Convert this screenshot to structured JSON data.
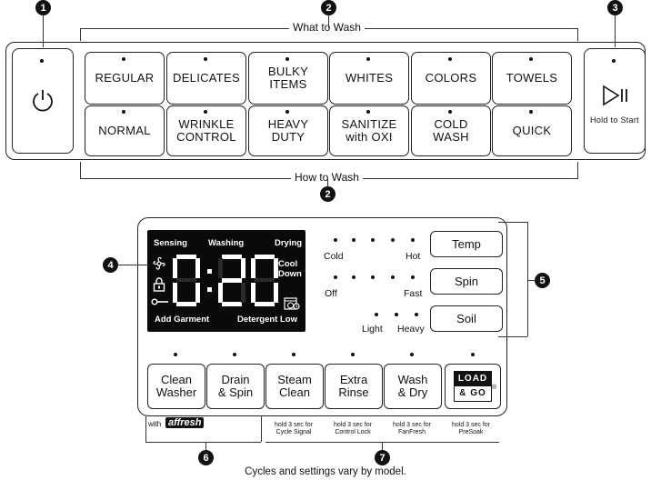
{
  "callouts": [
    "1",
    "2",
    "3",
    "4",
    "5",
    "6",
    "7"
  ],
  "top_panel": {
    "what_to_wash": "What to Wash",
    "how_to_wash": "How to Wash",
    "power_icon": "power-icon",
    "start_icon": "play-pause-icon",
    "start_label": "Hold to Start",
    "what_row": [
      "REGULAR",
      "DELICATES",
      "BULKY\nITEMS",
      "WHITES",
      "COLORS",
      "TOWELS"
    ],
    "how_row": [
      "NORMAL",
      "WRINKLE\nCONTROL",
      "HEAVY\nDUTY",
      "SANITIZE\nwith OXI",
      "COLD\nWASH",
      "QUICK"
    ]
  },
  "lcd": {
    "sensing": "Sensing",
    "washing": "Washing",
    "drying": "Drying",
    "cool_down": "Cool\nDown",
    "add_garment": "Add Garment",
    "detergent_low": "Detergent Low",
    "time": "0:20",
    "icons": [
      "fan-icon",
      "lock-icon",
      "key-icon",
      "washer-clean-icon"
    ]
  },
  "settings": {
    "temp": {
      "button": "Temp",
      "low": "Cold",
      "high": "Hot"
    },
    "spin": {
      "button": "Spin",
      "low": "Off",
      "high": "Fast"
    },
    "soil": {
      "button": "Soil",
      "low": "Light",
      "high": "Heavy"
    }
  },
  "bottom_buttons": [
    "Clean\nWasher",
    "Drain\n& Spin",
    "Steam\nClean",
    "Extra\nRinse",
    "Wash\n& Dry"
  ],
  "load_go": {
    "line1": "LOAD",
    "line2": "& GO",
    "mark": "®"
  },
  "affresh": {
    "with": "with",
    "brand": "affresh"
  },
  "hold_labels": [
    "hold 3 sec for\nCycle Signal",
    "hold 3 sec for\nControl Lock",
    "hold 3 sec for\nFanFresh",
    "hold 3 sec for\nPreSoak"
  ],
  "footer": "Cycles and settings vary by model."
}
